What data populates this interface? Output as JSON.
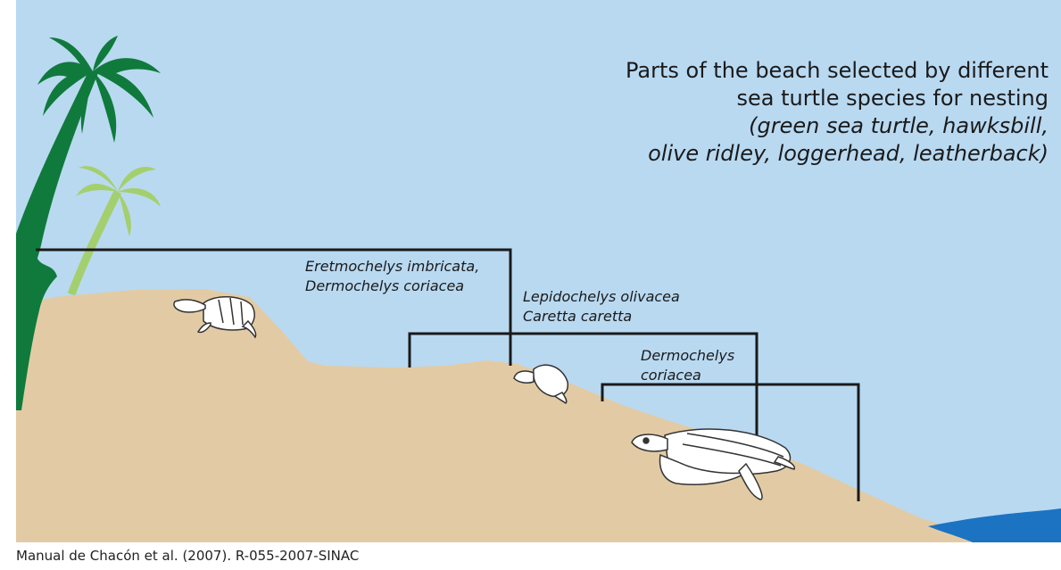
{
  "title": {
    "line1": "Parts of the beach selected by different",
    "line2": "sea turtle species for nesting",
    "line3": "(green sea turtle, hawksbill,",
    "line4": "olive ridley, loggerhead, leatherback)"
  },
  "zones": [
    {
      "line1": "Eretmochelys imbricata,",
      "line2": "Dermochelys coriacea"
    },
    {
      "line1": "Lepidochelys olivacea",
      "line2": "Caretta caretta"
    },
    {
      "line1": "Dermochelys",
      "line2": "coriacea"
    }
  ],
  "source": "Manual de Chacón et al. (2007). R-055-2007-SINAC",
  "colors": {
    "sky": "#b9d9f1",
    "sand": "#e2cba4",
    "sea": "#1b73c2",
    "palm_dark": "#0f7a3c",
    "palm_light": "#a4cf6e",
    "bracket": "#1a1a1a"
  },
  "icons": [
    "palm-tree-icon",
    "sea-turtle-icon"
  ]
}
